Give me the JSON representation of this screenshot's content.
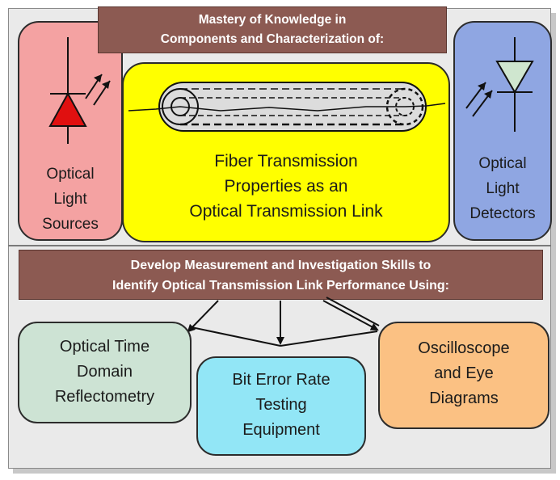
{
  "header": {
    "lines": [
      "Mastery of Knowledge in",
      "Components and Characterization of:"
    ]
  },
  "components": {
    "sources": {
      "lines": [
        "Optical",
        "Light",
        "Sources"
      ],
      "icon": "laser-diode-icon",
      "color": "#f4a2a2"
    },
    "fiber": {
      "lines": [
        "Fiber Transmission",
        "Properties as an",
        "Optical Transmission Link"
      ],
      "icon": "optical-fiber-icon",
      "color": "#ffff00"
    },
    "detectors": {
      "lines": [
        "Optical",
        "Light",
        "Detectors"
      ],
      "icon": "photodiode-icon",
      "color": "#8fa6e2"
    }
  },
  "skills_banner": {
    "lines": [
      "Develop Measurement and Investigation Skills to",
      "Identify Optical Transmission Link Performance Using:"
    ]
  },
  "tools": [
    {
      "lines": [
        "Optical Time",
        "Domain",
        "Reflectometry"
      ],
      "color": "#cde3d4"
    },
    {
      "lines": [
        "Bit Error Rate",
        "Testing",
        "Equipment"
      ],
      "color": "#92e6f6"
    },
    {
      "lines": [
        "Oscilloscope",
        "and Eye",
        "Diagrams"
      ],
      "color": "#fbc183"
    }
  ],
  "colors": {
    "banner": "#8c5a52",
    "frame": "#eaeaea"
  }
}
